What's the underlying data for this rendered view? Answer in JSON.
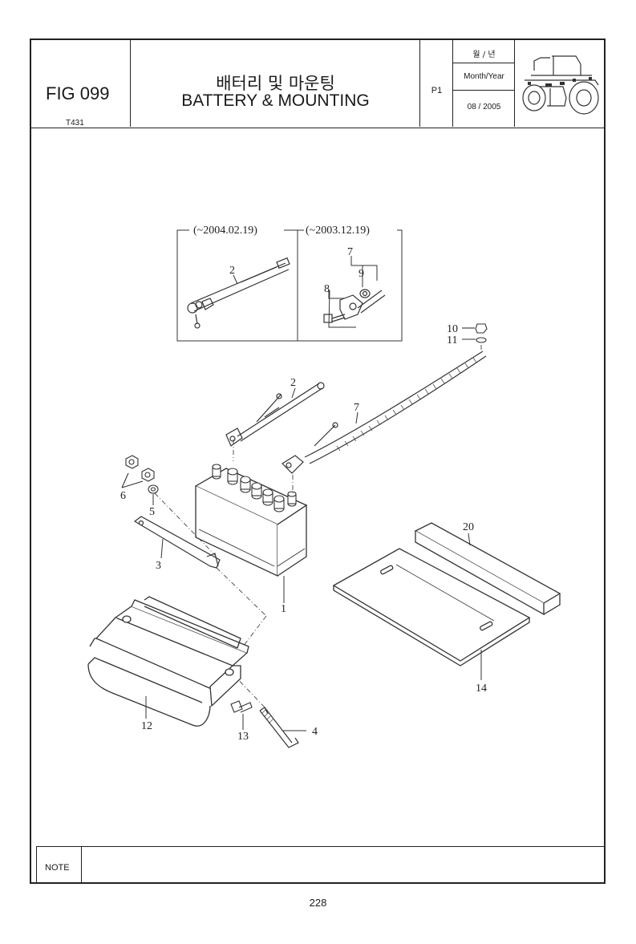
{
  "header": {
    "fig_number": "FIG 099",
    "model": "T431",
    "title_korean": "배터리 및 마운팅",
    "title_english": "BATTERY & MOUNTING",
    "page_code": "P1",
    "month_year_korean": "월 / 년",
    "month_year_label": "Month/Year",
    "date": "08 / 2005"
  },
  "diagram": {
    "inset_left_date": "(~2004.02.19)",
    "inset_right_date": "(~2003.12.19)",
    "parts": [
      "1",
      "2",
      "3",
      "4",
      "5",
      "6",
      "7",
      "8",
      "9",
      "10",
      "11",
      "12",
      "13",
      "14",
      "20"
    ],
    "inset_callouts": [
      "2",
      "7",
      "8",
      "9"
    ],
    "main_callout_2": "2",
    "main_callout_7": "7"
  },
  "footer": {
    "note_label": "NOTE",
    "page_number": "228"
  }
}
